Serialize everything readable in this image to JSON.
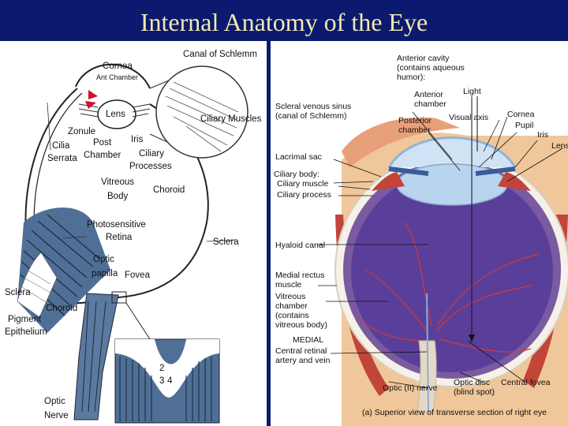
{
  "title": "Internal Anatomy of the Eye",
  "left": {
    "cornea": "Cornea",
    "ant_chamber": "Ant Chamber",
    "canal_of_schlemm": "Canal of Schlemm",
    "lens": "Lens",
    "ciliary_muscles": "Ciliary Muscles",
    "zonule": "Zonule",
    "iris": "Iris",
    "cilia_1": "Cilia",
    "cilia_2": "Serrata",
    "post_1": "Post",
    "post_2": "Chamber",
    "ciliary_proc_1": "Ciliary",
    "ciliary_proc_2": "Processes",
    "vitreous_1": "Vitreous",
    "vitreous_2": "Body",
    "choroid_top": "Choroid",
    "photo_1": "Photosensitive",
    "photo_2": "Retina",
    "sclera_right": "Sclera",
    "optic_papilla_1": "Optic",
    "optic_papilla_2": "papilla",
    "fovea": "Fovea",
    "sclera_left": "Sclera",
    "choroid_bottom": "Choroid",
    "pigment_1": "Pigment",
    "pigment_2": "Epithelium",
    "optic_nerve_1": "Optic",
    "optic_nerve_2": "Nerve",
    "inset_2": "2",
    "inset_3": "3",
    "inset_4": "4"
  },
  "right": {
    "ant_cavity_1": "Anterior cavity",
    "ant_cavity_2": "(contains aqueous",
    "ant_cavity_3": "humor):",
    "ant_chamber_1": "Anterior",
    "ant_chamber_2": "chamber",
    "light": "Light",
    "scleral_1": "Scleral venous sinus",
    "scleral_2": "(canal of Schlemm)",
    "post_chamber_1": "Posterior",
    "post_chamber_2": "chamber",
    "visual_axis": "Visual axis",
    "cornea": "Cornea",
    "pupil": "Pupil",
    "iris": "Iris",
    "lens": "Lens",
    "lacrimal": "Lacrimal sac",
    "ciliary_body": "Ciliary body:",
    "ciliary_muscle": "Ciliary muscle",
    "ciliary_process": "Ciliary process",
    "hyaloid": "Hyaloid canal",
    "medial_rectus_1": "Medial rectus",
    "medial_rectus_2": "muscle",
    "vitreous_1": "Vitreous",
    "vitreous_2": "chamber",
    "vitreous_3": "(contains",
    "vitreous_4": "vitreous body)",
    "medial": "MEDIAL",
    "central_ret_1": "Central retinal",
    "central_ret_2": "artery and vein",
    "optic_nerve": "Optic (II) nerve",
    "optic_disc_1": "Optic disc",
    "optic_disc_2": "(blind spot)",
    "central_fovea": "Central fovea",
    "caption": "(a) Superior view of transverse section of right eye"
  }
}
